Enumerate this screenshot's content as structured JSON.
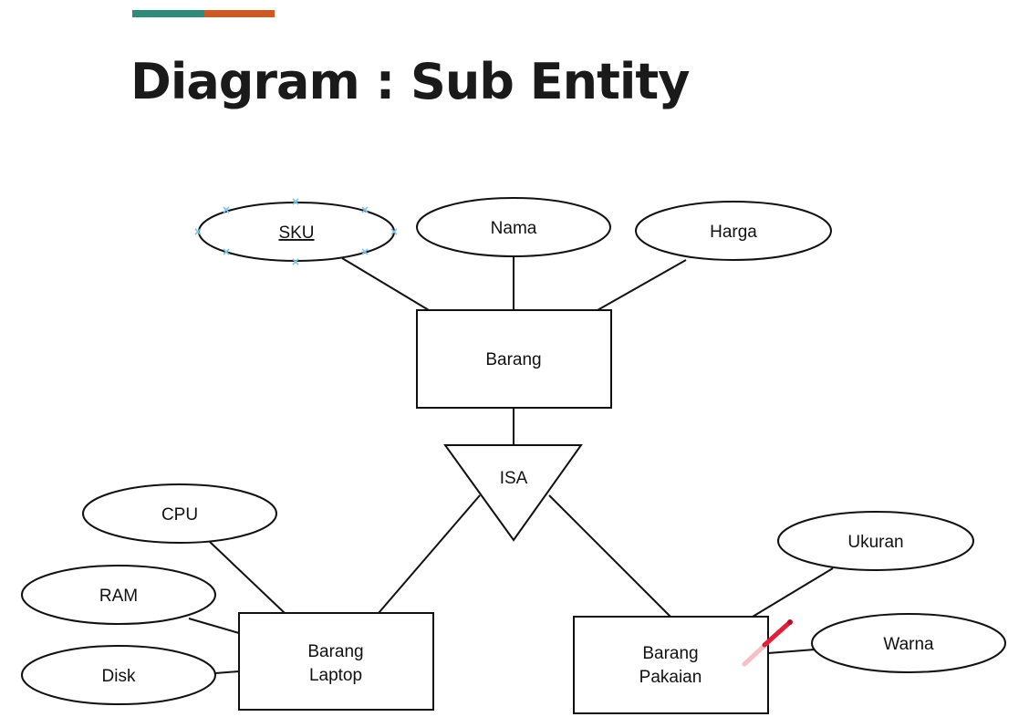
{
  "header": {
    "title": "Diagram : Sub Entity",
    "accent_colors": [
      "#2e8b7a",
      "#cc5a24"
    ]
  },
  "diagram": {
    "entities": {
      "barang": [
        "Barang"
      ],
      "laptop": [
        "Barang",
        "Laptop"
      ],
      "pakaian": [
        "Barang",
        "Pakaian"
      ]
    },
    "isa": "ISA",
    "attributes": {
      "sku": "SKU",
      "nama": "Nama",
      "harga": "Harga",
      "cpu": "CPU",
      "ram": "RAM",
      "disk": "Disk",
      "ukuran": "Ukuran",
      "warna": "Warna"
    },
    "key_attribute": "SKU",
    "annotation_color": "#e0203a"
  }
}
